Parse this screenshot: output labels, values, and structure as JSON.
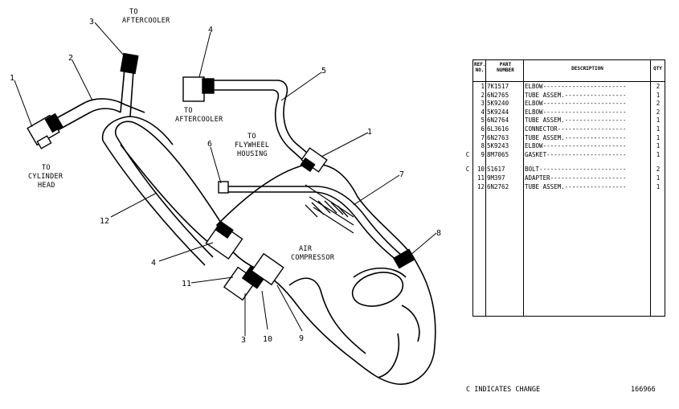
{
  "diagram": {
    "callouts": [
      "1",
      "2",
      "3",
      "4",
      "5",
      "1",
      "6",
      "7",
      "8",
      "4",
      "11",
      "3",
      "10",
      "9",
      "12"
    ],
    "labels": {
      "aftercooler_top_line1": "TO",
      "aftercooler_top_line2": "AFTERCOOLER",
      "aftercooler_mid_line1": "TO",
      "aftercooler_mid_line2": "AFTERCOOLER",
      "flywheel_line1": "TO",
      "flywheel_line2": "FLYWHEEL",
      "flywheel_line3": "HOUSING",
      "cylinder_line1": "TO",
      "cylinder_line2": "CYLINDER",
      "cylinder_line3": "HEAD",
      "compressor_line1": "AIR",
      "compressor_line2": "COMPRESSOR"
    }
  },
  "parts_table": {
    "headers": {
      "ref_line1": "REF.",
      "ref_line2": "NO.",
      "part_line1": "PART",
      "part_line2": "NUMBER",
      "description": "DESCRIPTION",
      "qty": "QTY"
    },
    "rows": [
      {
        "change": "",
        "ref": "1",
        "part": "7K1517",
        "desc": "ELBOW-----------------------",
        "qty": "2"
      },
      {
        "change": "",
        "ref": "2",
        "part": "6N2765",
        "desc": "TUBE ASSEM.-----------------",
        "qty": "1"
      },
      {
        "change": "",
        "ref": "3",
        "part": "5K9240",
        "desc": "ELBOW-----------------------",
        "qty": "2"
      },
      {
        "change": "",
        "ref": "4",
        "part": "5K9244",
        "desc": "ELBOW-----------------------",
        "qty": "2"
      },
      {
        "change": "",
        "ref": "5",
        "part": "6N2764",
        "desc": "TUBE ASSEM.-----------------",
        "qty": "1"
      },
      {
        "change": "",
        "ref": "6",
        "part": "6L3616",
        "desc": "CONNECTOR-------------------",
        "qty": "1"
      },
      {
        "change": "",
        "ref": "7",
        "part": "6N2763",
        "desc": "TUBE ASSEM.-----------------",
        "qty": "1"
      },
      {
        "change": "",
        "ref": "8",
        "part": "5K9243",
        "desc": "ELBOW-----------------------",
        "qty": "1"
      },
      {
        "change": "C",
        "ref": "9",
        "part": "8M7065",
        "desc": "GASKET----------------------",
        "qty": "1"
      },
      {
        "change": "C",
        "ref": "10",
        "part": "S1617",
        "desc": "BOLT------------------------",
        "qty": "2"
      },
      {
        "change": "",
        "ref": "11",
        "part": "9M397",
        "desc": "ADAPTER---------------------",
        "qty": "1"
      },
      {
        "change": "",
        "ref": "12",
        "part": "6N2762",
        "desc": "TUBE ASSEM.-----------------",
        "qty": "1"
      }
    ]
  },
  "footer": {
    "note": "C INDICATES CHANGE",
    "drawing_number": "166966"
  }
}
